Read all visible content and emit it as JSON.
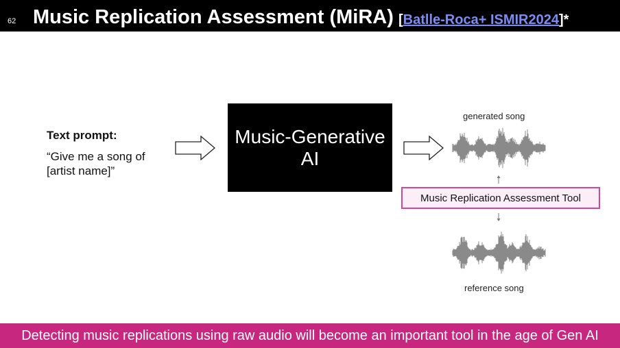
{
  "slide": {
    "number": "62",
    "title": "Music Replication Assessment (MiRA)",
    "citation_open": "[",
    "citation_link": "Batlle-Roca+ ISMIR2024",
    "citation_close": "]*"
  },
  "prompt": {
    "heading": "Text prompt:",
    "body_line1": "“Give me a song of",
    "body_line2": "[artist name]”"
  },
  "model": {
    "line1": "Music-Generative",
    "line2": "AI"
  },
  "outputs": {
    "generated_label": "generated song",
    "reference_label": "reference song",
    "tool_label": "Music Replication Assessment Tool"
  },
  "footer": {
    "text": "Detecting music replications using raw audio will become an important tool in the age of Gen AI"
  },
  "colors": {
    "accent": "#c8277f",
    "tool_border": "#d4468f",
    "link": "#7b8cf5"
  },
  "icons": [
    "right-arrow-icon",
    "waveform-icon",
    "up-arrow-icon",
    "down-arrow-icon"
  ]
}
